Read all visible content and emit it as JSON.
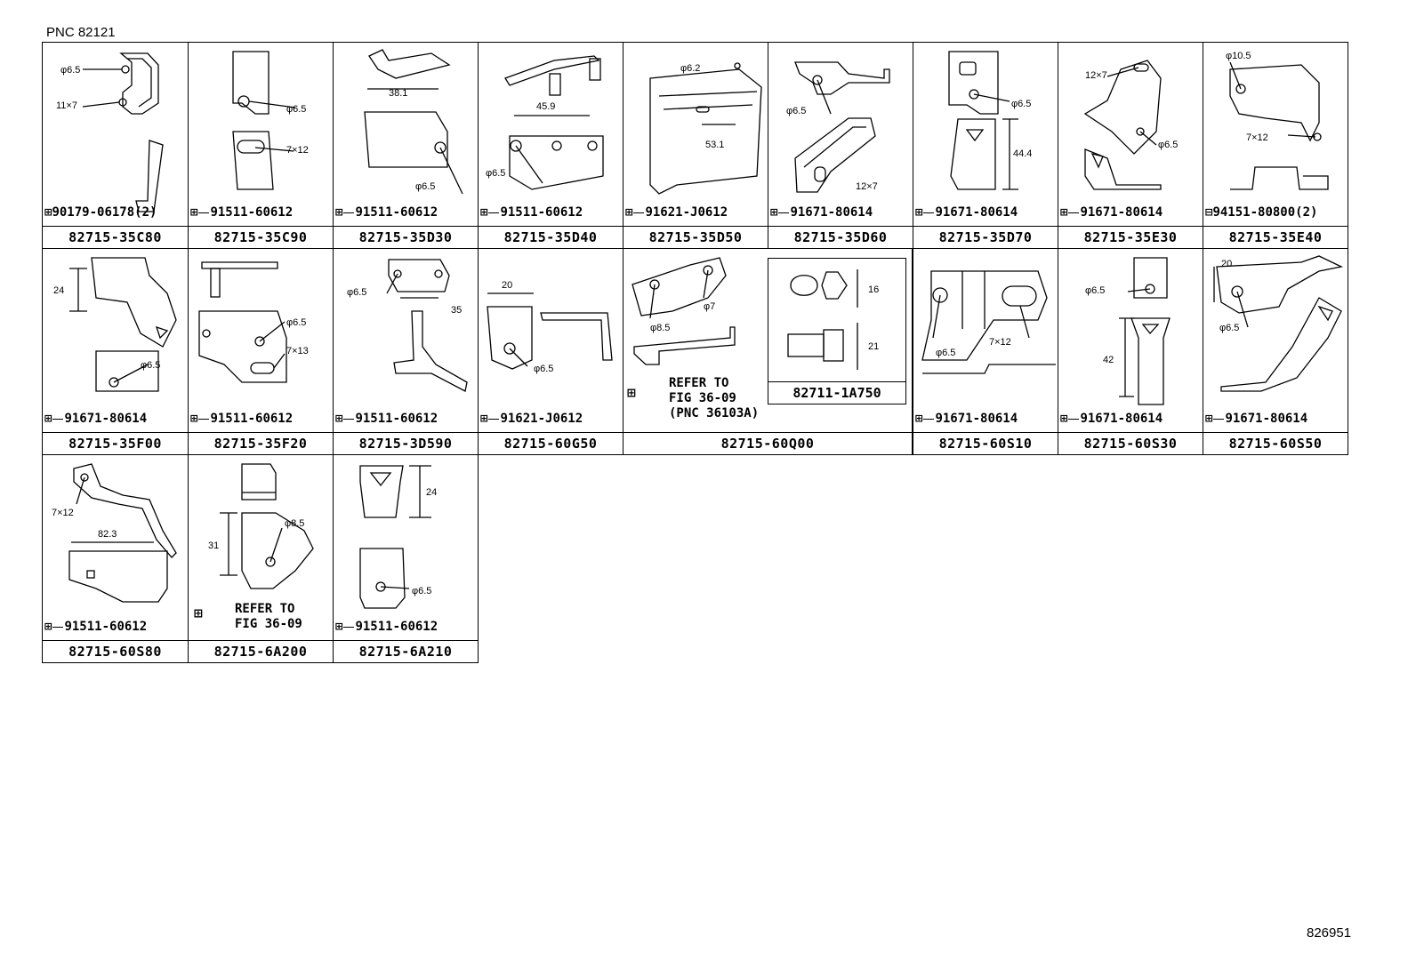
{
  "header": {
    "pnc": "PNC 82121"
  },
  "footer": {
    "figure_number": "826951"
  },
  "cells": [
    {
      "part": "82715-35C80",
      "bolt": "90179-06178(2)",
      "dims": [
        "φ6.5",
        "11×7"
      ]
    },
    {
      "part": "82715-35C90",
      "bolt": "91511-60612",
      "dims": [
        "φ6.5",
        "7×12"
      ]
    },
    {
      "part": "82715-35D30",
      "bolt": "91511-60612",
      "dims": [
        "38.1",
        "φ6.5"
      ]
    },
    {
      "part": "82715-35D40",
      "bolt": "91511-60612",
      "dims": [
        "45.9",
        "φ6.5"
      ]
    },
    {
      "part": "82715-35D50",
      "bolt": "91621-J0612",
      "dims": [
        "φ6.2",
        "53.1"
      ]
    },
    {
      "part": "82715-35D60",
      "bolt": "91671-80614",
      "dims": [
        "φ6.5",
        "12×7"
      ]
    },
    {
      "part": "82715-35D70",
      "bolt": "91671-80614",
      "dims": [
        "φ6.5",
        "44.4"
      ]
    },
    {
      "part": "82715-35E30",
      "bolt": "91671-80614",
      "dims": [
        "12×7",
        "φ6.5"
      ]
    },
    {
      "part": "82715-35E40",
      "bolt": "94151-80800(2)",
      "dims": [
        "φ10.5",
        "7×12"
      ]
    },
    {
      "part": "82715-35F00",
      "bolt": "91671-80614",
      "dims": [
        "24",
        "φ6.5"
      ]
    },
    {
      "part": "82715-35F20",
      "bolt": "91511-60612",
      "dims": [
        "φ6.5",
        "7×13"
      ]
    },
    {
      "part": "82715-3D590",
      "bolt": "91511-60612",
      "dims": [
        "φ6.5",
        "35"
      ]
    },
    {
      "part": "82715-60G50",
      "bolt": "91621-J0612",
      "dims": [
        "20",
        "φ6.5"
      ]
    },
    {
      "part": "82715-60Q00",
      "note": "REFER TO\nFIG 36-09\n(PNC 36103A)",
      "dims": [
        "φ7",
        "φ8.5"
      ],
      "sub_part": "82711-1A750",
      "sub_dims": [
        "16",
        "21"
      ]
    },
    {
      "part": "82715-60S10",
      "bolt": "91671-80614",
      "dims": [
        "φ6.5",
        "7×12"
      ]
    },
    {
      "part": "82715-60S30",
      "bolt": "91671-80614",
      "dims": [
        "φ6.5",
        "42"
      ]
    },
    {
      "part": "82715-60S50",
      "bolt": "91671-80614",
      "dims": [
        "20",
        "φ6.5"
      ]
    },
    {
      "part": "82715-60S80",
      "bolt": "91511-60612",
      "dims": [
        "7×12",
        "82.3"
      ]
    },
    {
      "part": "82715-6A200",
      "note": "REFER TO\nFIG 36-09",
      "dims": [
        "31",
        "φ8.5"
      ]
    },
    {
      "part": "82715-6A210",
      "bolt": "91511-60612",
      "dims": [
        "24",
        "φ6.5"
      ]
    }
  ]
}
